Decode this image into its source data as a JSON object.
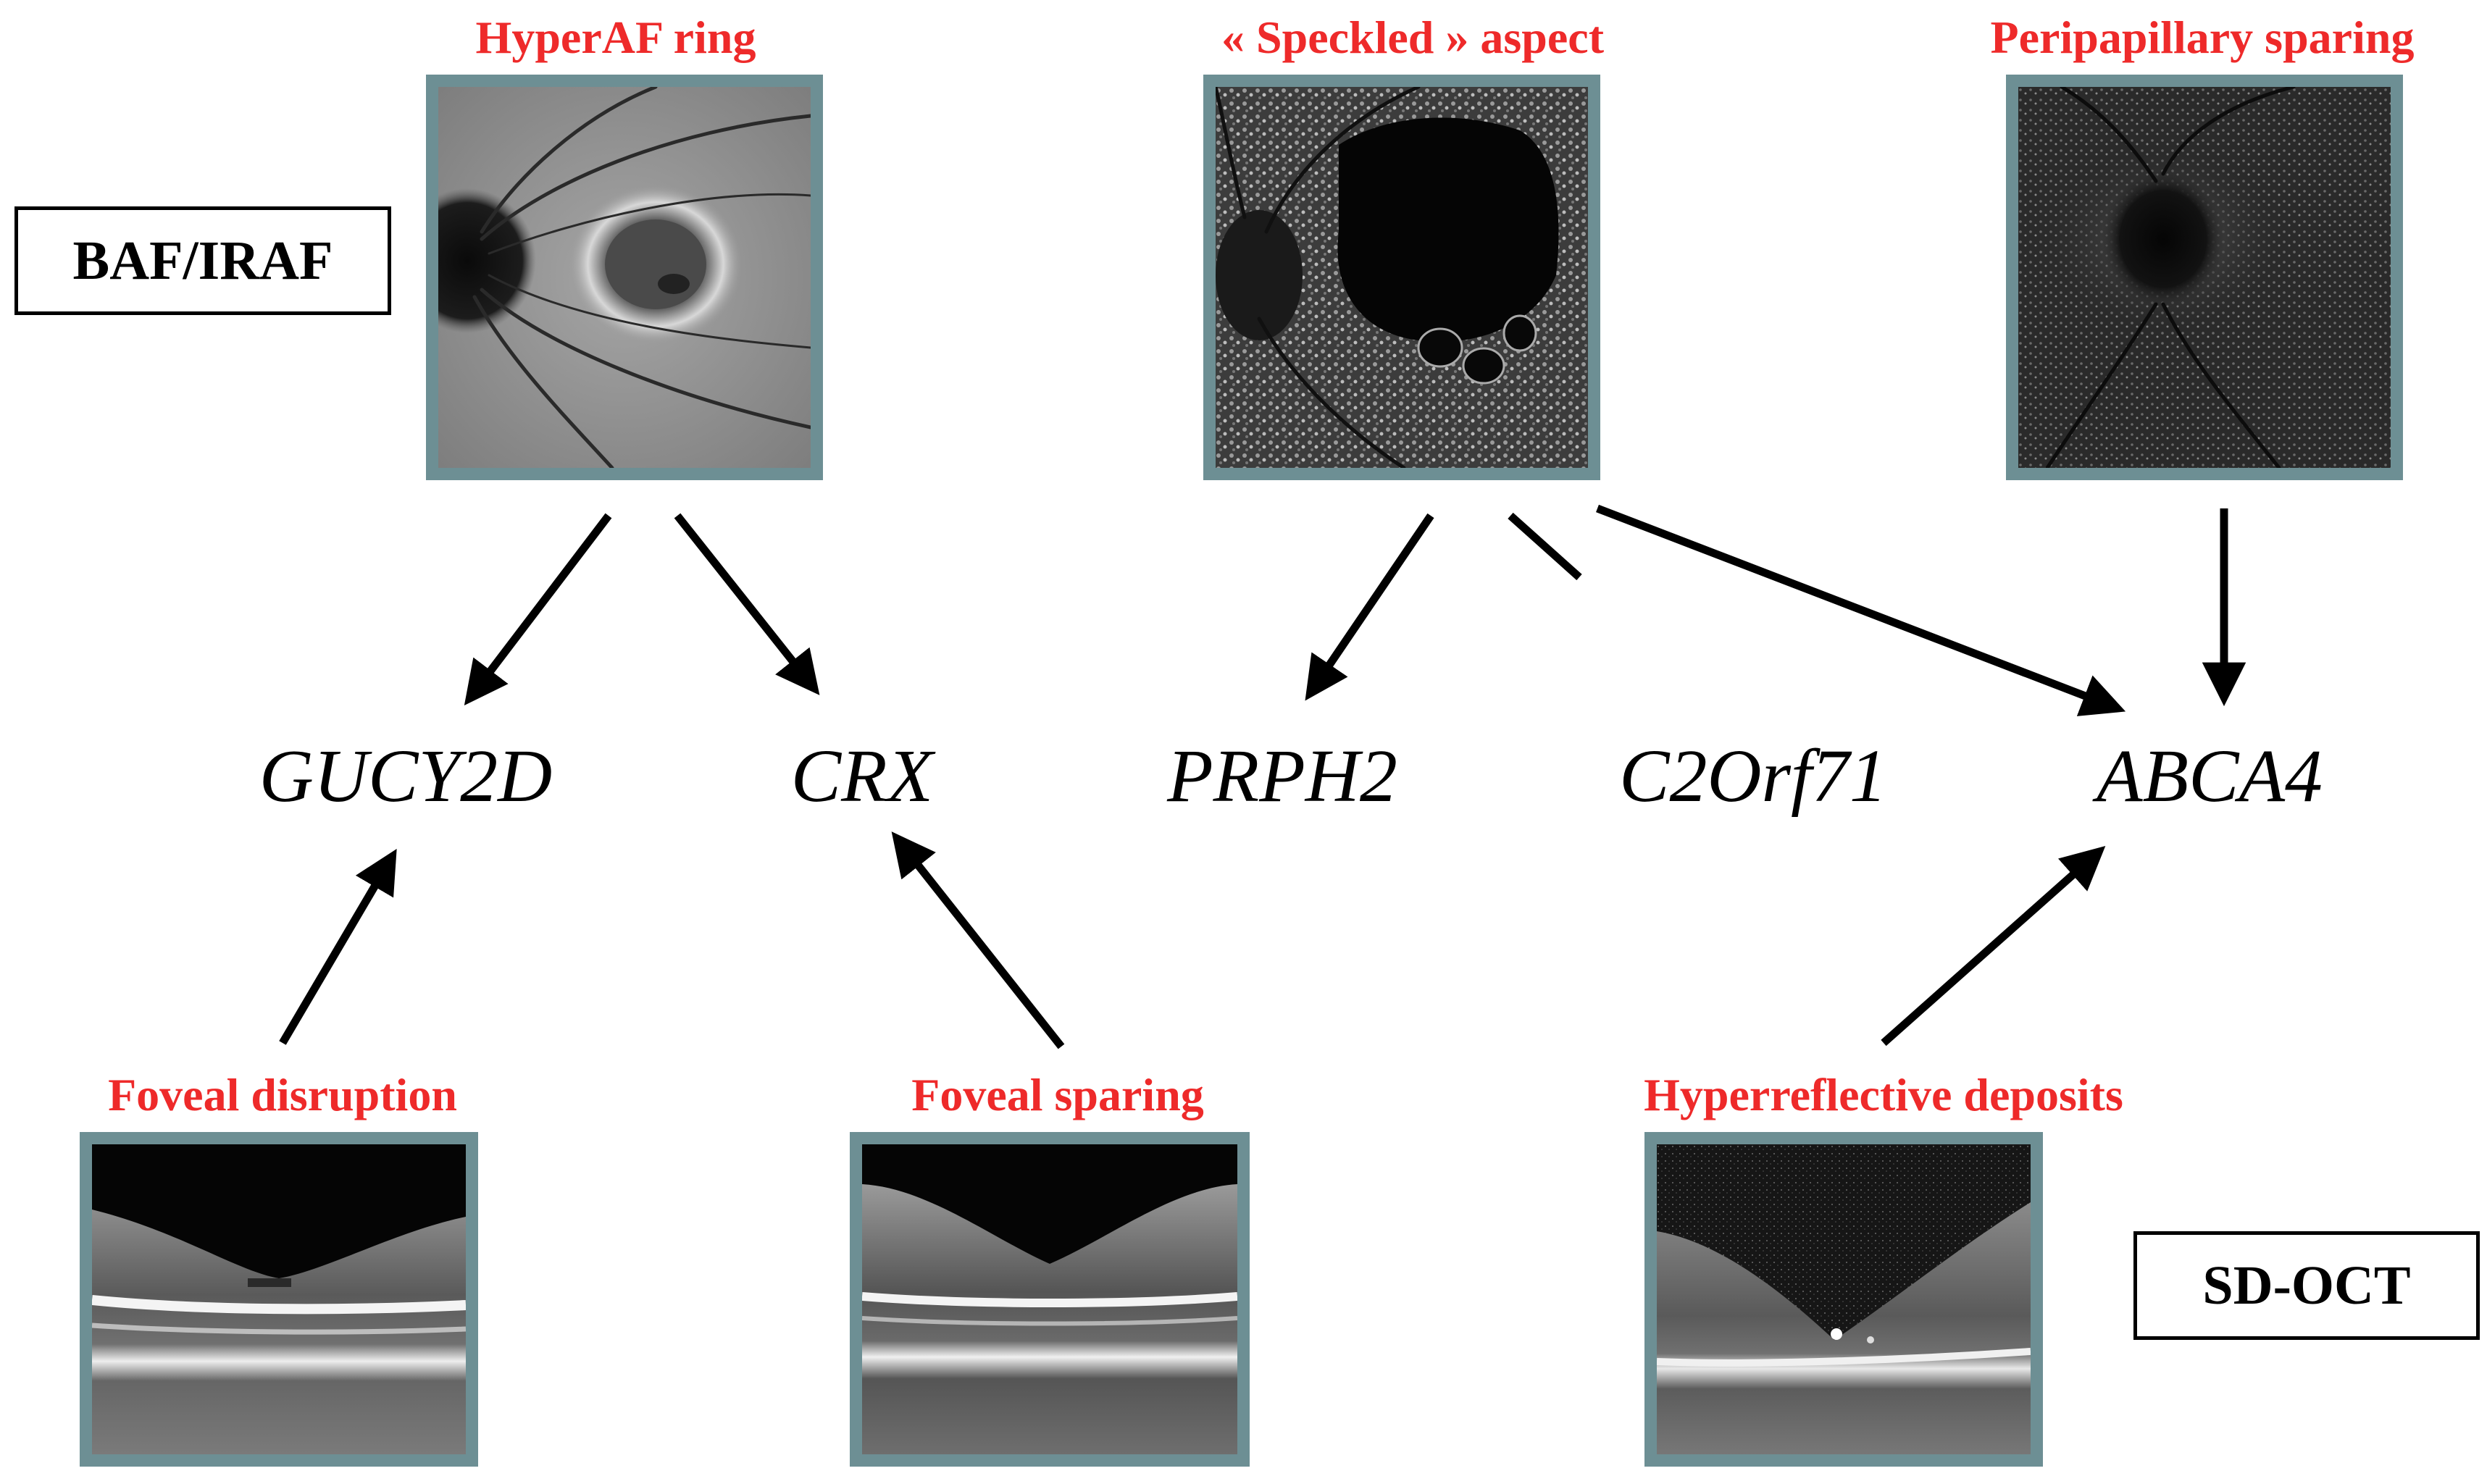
{
  "modalities": {
    "af": "BAF/IRAF",
    "oct": "SD-OCT"
  },
  "af_features": {
    "hyperaf_ring": "HyperAF ring",
    "speckled": "« Speckled » aspect",
    "peripapillary": "Peripapillary sparing"
  },
  "oct_features": {
    "foveal_disruption": "Foveal disruption",
    "foveal_sparing": "Foveal sparing",
    "hyperreflective": "Hyperreflective deposits"
  },
  "genes": {
    "gucy2d": "GUCY2D",
    "crx": "CRX",
    "prph2": "PRPH2",
    "c2orf71": "C2Orf71",
    "abca4": "ABCA4"
  },
  "colors": {
    "feature_label": "#ee2a2a",
    "frame": "#6d8f94",
    "arrow": "#000000"
  }
}
